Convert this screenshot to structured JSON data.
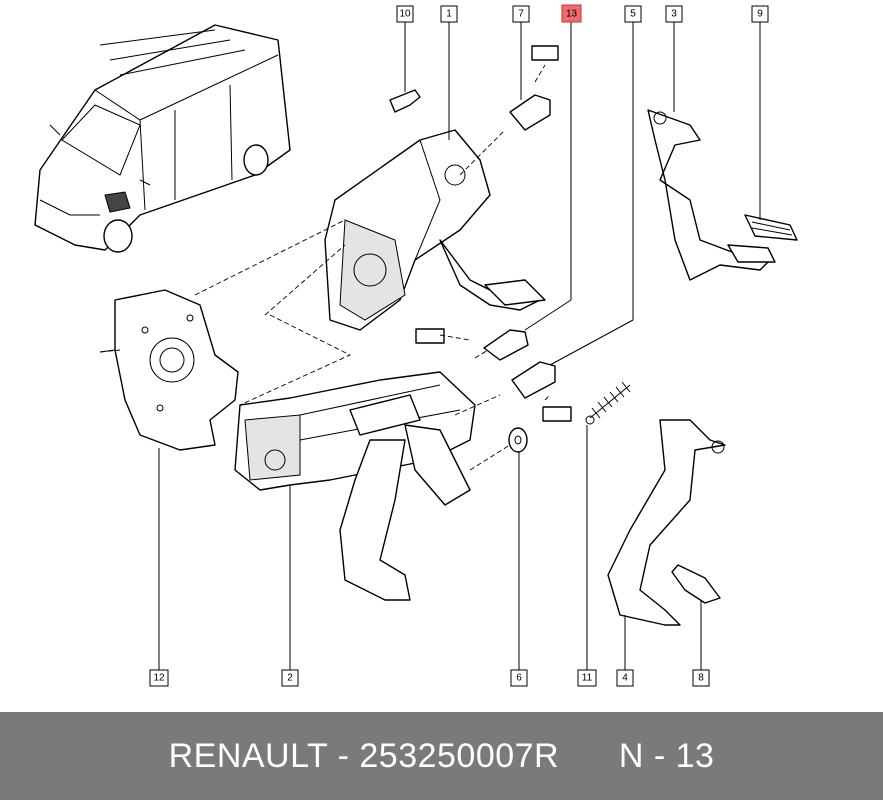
{
  "callouts": [
    {
      "id": "10",
      "label": "10"
    },
    {
      "id": "1",
      "label": "1"
    },
    {
      "id": "7",
      "label": "7"
    },
    {
      "id": "13",
      "label": "13",
      "highlight": true
    },
    {
      "id": "5",
      "label": "5"
    },
    {
      "id": "3",
      "label": "3"
    },
    {
      "id": "9",
      "label": "9"
    },
    {
      "id": "12",
      "label": "12"
    },
    {
      "id": "2",
      "label": "2"
    },
    {
      "id": "6",
      "label": "6"
    },
    {
      "id": "11",
      "label": "11"
    },
    {
      "id": "4",
      "label": "4"
    },
    {
      "id": "8",
      "label": "8"
    }
  ],
  "colors": {
    "highlight": "#f26b6b",
    "footer_bg": "#7a7a7a",
    "footer_text": "#ffffff"
  },
  "footer": {
    "brand": "RENAULT",
    "sep": " - ",
    "part_number": "253250007R",
    "position": "N - 13"
  }
}
